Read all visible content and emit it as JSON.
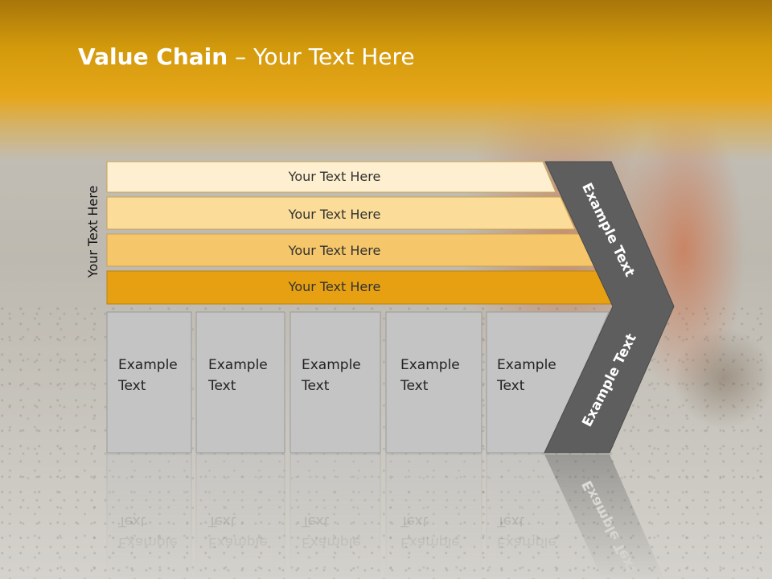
{
  "title": {
    "bold": "Value Chain",
    "rest": " – Your Text Here"
  },
  "side_label": "Your Text Here",
  "bars": [
    {
      "label": "Your Text Here",
      "color": "#fdefcf"
    },
    {
      "label": "Your Text Here",
      "color": "#fbdc98"
    },
    {
      "label": "Your Text Here",
      "color": "#f5c66a"
    },
    {
      "label": "Your Text Here",
      "color": "#e6a012"
    }
  ],
  "boxes": [
    {
      "line1": "Example",
      "line2": "Text"
    },
    {
      "line1": "Example",
      "line2": "Text"
    },
    {
      "line1": "Example",
      "line2": "Text"
    },
    {
      "line1": "Example",
      "line2": "Text"
    },
    {
      "line1": "Example",
      "line2": "Text"
    }
  ],
  "chevron": {
    "upper": "Example Text",
    "lower": "Example Text",
    "color": "#5e5e5e"
  },
  "colors": {
    "header": "#e2a013",
    "box": "#c4c4c4",
    "box_border": "#9a9a9a"
  }
}
